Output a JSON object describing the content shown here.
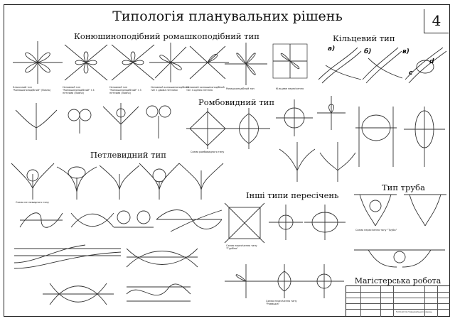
{
  "header": {
    "title": "Типологія планувальних рішень",
    "sheet_number": "4"
  },
  "sections": {
    "cloverleaf": "Конюшиноподібний ромашкоподібний тип",
    "ring": "Кільцевий тип",
    "diamond": "Ромбовидний тип",
    "loop": "Петлевидний тип",
    "other": "Інші типи пересічень",
    "pipe": "Тип труба"
  },
  "ring_variants": [
    "а)",
    "б)",
    "в)",
    "c",
    "d"
  ],
  "captions": {
    "c1": "Класичний тип \"Конюшиноподібний\" (Повна)",
    "c2": "Неповний тип \"Конюшиноподібний\" з 4 петлями (Повна)",
    "c3": "Неповний тип \"Конюшиноподібний\" з 3 петлями (Повна)",
    "c4": "Неповний конюшиноподібний тип з двома петлями",
    "c5": "Неповний конюшиноподібний тип з однією петлею",
    "c6": "Ромашкоподібний тип",
    "c7": "Кільцеве пересічення",
    "c8": "Схема ромбовидного типу",
    "c9": "Схема петлевидного типу",
    "c10": "Схема пересічення типу \"Турбіна\"",
    "c11": "Схема пересічення типу \"Труба\"",
    "c12": "Схема пересічення типу \"Ромашка\""
  },
  "stamp": {
    "title": "Магістерська робота",
    "subtitle": "Типологія планувальних рішень"
  }
}
